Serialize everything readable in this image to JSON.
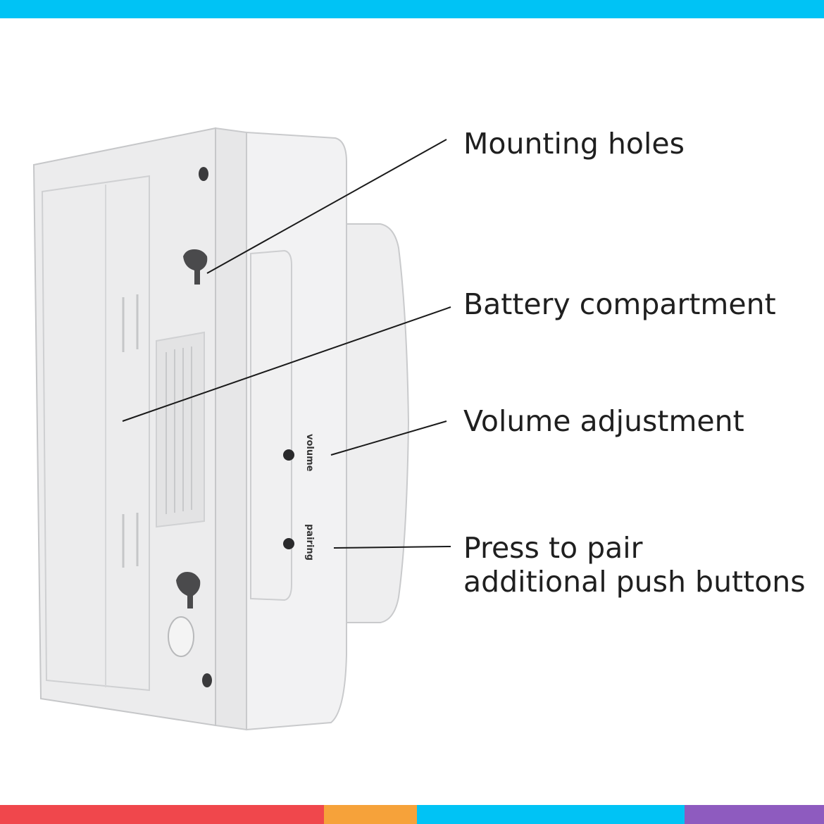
{
  "colors": {
    "top_bar": "#00c3f5",
    "bottom_segments": [
      "#f0474c",
      "#f6a23a",
      "#00c3f5",
      "#8e5bbf"
    ],
    "device_body": "#ececed",
    "device_shadow": "#c8c9cb",
    "leader_line": "#1a1a1a"
  },
  "device_labels": {
    "volume": "volume",
    "pairing": "pairing"
  },
  "callouts": {
    "mounting_holes": "Mounting holes",
    "battery_compartment": "Battery compartment",
    "volume_adjustment": "Volume adjustment",
    "pairing_line1": "Press to pair",
    "pairing_line2": "additional push buttons"
  }
}
